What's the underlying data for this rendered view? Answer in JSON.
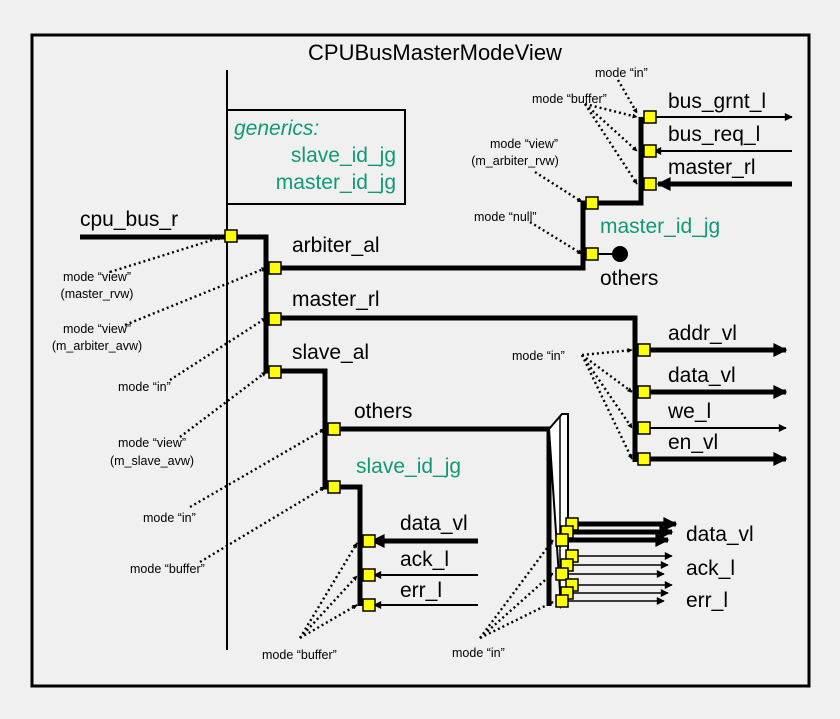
{
  "title": "CPUBusMasterModeView",
  "generics": {
    "heading": "generics:",
    "items": [
      "slave_id_jg",
      "master_id_jg"
    ]
  },
  "signals": {
    "cpu_bus_r": "cpu_bus_r",
    "arbiter_al": "arbiter_al",
    "master_rl": "master_rl",
    "slave_al": "slave_al",
    "others_mid": "others",
    "slave_id_jg": "slave_id_jg",
    "bus_grnt_l": "bus_grnt_l",
    "bus_req_l": "bus_req_l",
    "master_rl_arb": "master_rl",
    "master_id_jg": "master_id_jg",
    "others_arb": "others",
    "addr_vl": "addr_vl",
    "data_vl_out": "data_vl",
    "we_l": "we_l",
    "en_vl": "en_vl",
    "data_vl_slave": "data_vl",
    "ack_l_slave": "ack_l",
    "err_l_slave": "err_l",
    "data_vl_bus": "data_vl",
    "ack_l_bus": "ack_l",
    "err_l_bus": "err_l"
  },
  "modes": {
    "in_top": "mode “in”",
    "buffer_top": "mode “buffer”",
    "view_arbiter_1": "mode “view”",
    "view_arbiter_2": "(m_arbiter_rvw)",
    "null_arbiter": "mode “null”",
    "view_master_1": "mode “view”",
    "view_master_2": "(master_rvw)",
    "view_arb_avw_1": "mode “view”",
    "view_arb_avw_2": "(m_arbiter_avw)",
    "in_slave_al": "mode “in”",
    "view_slave_1": "mode “view”",
    "view_slave_2": "(m_slave_avw)",
    "in_slave_id": "mode “in”",
    "buffer_slave_id": "mode “buffer”",
    "in_master_out": "mode “in”",
    "buffer_bottom": "mode “buffer”",
    "in_bottom": "mode “in”"
  },
  "colors": {
    "background": "#f0f0f0",
    "port": "#ffff00",
    "generic_text": "#119977",
    "line": "#000000"
  }
}
